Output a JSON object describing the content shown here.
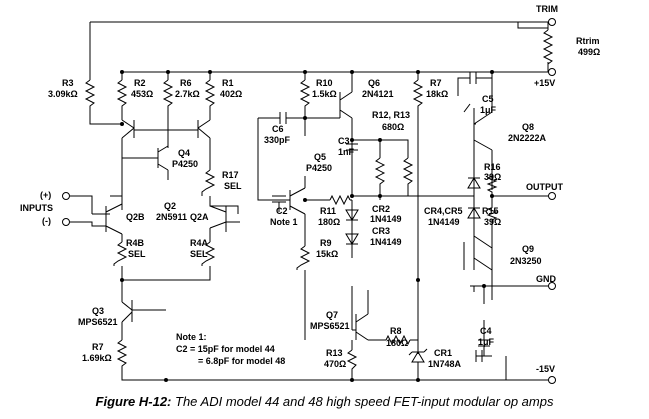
{
  "caption": {
    "figure_label": "Figure H-12:",
    "text": "The ADI model 44 and 48 high speed FET-input modular op amps"
  },
  "nodes": {
    "trim": "TRIM",
    "plus_15v": "+15V",
    "output": "OUTPUT",
    "gnd": "GND",
    "minus_15v": "-15V",
    "inputs": "INPUTS",
    "plus": "(+)",
    "minus": "(-)"
  },
  "components": {
    "r3": {
      "ref": "R3",
      "value": "3.09kΩ"
    },
    "r2": {
      "ref": "R2",
      "value": "453Ω"
    },
    "r6": {
      "ref": "R6",
      "value": "2.7kΩ"
    },
    "r1": {
      "ref": "R1",
      "value": "402Ω"
    },
    "r10": {
      "ref": "R10",
      "value": "1.5kΩ"
    },
    "q6": {
      "ref": "Q6",
      "value": "2N4121"
    },
    "r7": {
      "ref": "R7",
      "value": "18kΩ"
    },
    "rtrim": {
      "ref": "Rtrim",
      "value": "499Ω"
    },
    "c5": {
      "ref": "C5",
      "value": "1μF"
    },
    "q8": {
      "ref": "Q8",
      "value": "2N2222A"
    },
    "c6": {
      "ref": "C6",
      "value": "330pF"
    },
    "c3": {
      "ref": "C3",
      "value": "1nF"
    },
    "r12_13": {
      "ref": "R12, R13",
      "value": "680Ω"
    },
    "q4": {
      "ref": "Q4",
      "value": "P4250"
    },
    "q5": {
      "ref": "Q5",
      "value": "P4250"
    },
    "r16": {
      "ref": "R16",
      "value": "39Ω"
    },
    "r17": {
      "ref": "R17",
      "value": "SEL"
    },
    "q2": {
      "ref": "Q2",
      "value": "2N5911"
    },
    "q2b": {
      "ref": "Q2B"
    },
    "q2a": {
      "ref": "Q2A"
    },
    "c2": {
      "ref": "C2",
      "value": "Note 1"
    },
    "r11": {
      "ref": "R11",
      "value": "180Ω"
    },
    "cr2": {
      "ref": "CR2",
      "value": "1N4149"
    },
    "cr3": {
      "ref": "CR3",
      "value": "1N4149"
    },
    "cr4_5": {
      "ref": "CR4,CR5",
      "value": "1N4149"
    },
    "r15": {
      "ref": "R15",
      "value": "39Ω"
    },
    "r4b": {
      "ref": "R4B",
      "value": "SEL"
    },
    "r4a": {
      "ref": "R4A",
      "value": "SEL"
    },
    "r9": {
      "ref": "R9",
      "value": "15kΩ"
    },
    "q9": {
      "ref": "Q9",
      "value": "2N3250"
    },
    "q3": {
      "ref": "Q3",
      "value": "MPS6521"
    },
    "q7": {
      "ref": "Q7",
      "value": "MPS6521"
    },
    "r8": {
      "ref": "R8",
      "value": "180Ω"
    },
    "c4": {
      "ref": "C4",
      "value": "1μF"
    },
    "r7b": {
      "ref": "R7",
      "value": "1.69kΩ"
    },
    "r13": {
      "ref": "R13",
      "value": "470Ω"
    },
    "cr1": {
      "ref": "CR1",
      "value": "1N748A"
    }
  },
  "note": {
    "title": "Note 1:",
    "line1": "C2 = 15pF  for model 44",
    "line2": "= 6.8pF  for model 48"
  }
}
